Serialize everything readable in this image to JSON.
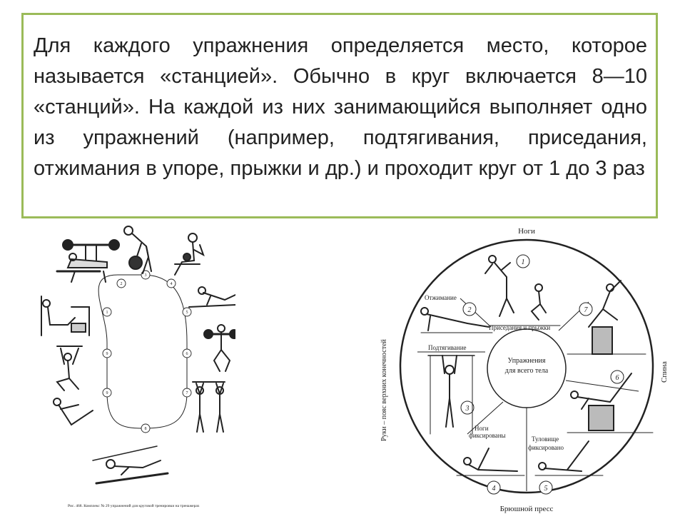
{
  "slide": {
    "body_text": "Для каждого упражнения определяется место, которое называется «станцией». Обычно в круг включается 8—10 «станций». На каждой из них занимающийся выполняет одно из упражнений (например, подтягивания, приседания, отжимания в упоре, прыжки и др.) и проходит круг от 1 до 3 раз"
  },
  "left_figure": {
    "station_numbers": [
      "1",
      "2",
      "3",
      "4",
      "5",
      "6",
      "7",
      "8",
      "9",
      "9"
    ],
    "caption": "Рис. 468. Комплекс № 29 упражнений для круговой тренировки на тренажерах"
  },
  "right_figure": {
    "label_top": "Ноги",
    "label_bottom": "Брюшной пресс",
    "label_left": "Руки – пояс верхних конечностей",
    "label_right": "Спина",
    "center_text_line1": "Упражнения",
    "center_text_line2": "для всего тела",
    "label_otzhimanie": "Отжимание",
    "label_prisedaniya": "Приседания и прыжки",
    "label_podtyagivanie": "Подтягивание",
    "label_nogi_fix_1": "Ноги",
    "label_nogi_fix_2": "фиксированы",
    "label_tulovishche_1": "Туловище",
    "label_tulovishche_2": "фиксировано",
    "station_numbers": [
      "1",
      "2",
      "3",
      "4",
      "5",
      "6",
      "7"
    ]
  }
}
